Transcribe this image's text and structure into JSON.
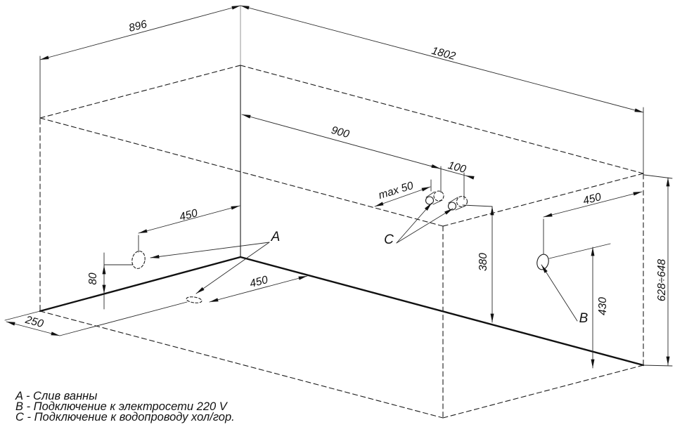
{
  "diagram": {
    "dims": {
      "wall_left": "896",
      "wall_right": "1802",
      "c_from_corner": "900",
      "c_spacing": "100",
      "c_protrusion": "max 50",
      "drain_wall_offset": "450",
      "drain_floor_offset": "450",
      "socket_offset": "450",
      "floor_front_offset": "250",
      "drain_height": "80",
      "c_height": "380",
      "socket_height": "430",
      "rim_height": "628÷648"
    },
    "labels": {
      "a": "A",
      "b": "B",
      "c": "C"
    },
    "legend": {
      "a": "A - Слив ванны",
      "b": "B - Подключение к электросети 220 V",
      "c": "C - Подключение к водопроводу хол/гор."
    }
  }
}
